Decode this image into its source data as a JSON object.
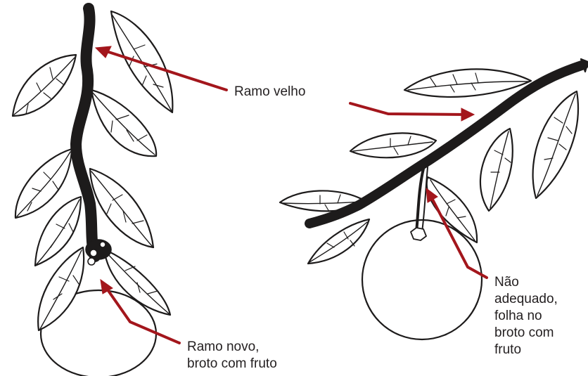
{
  "labels": {
    "old_branch": "Ramo velho",
    "new_branch": [
      "Ramo novo,",
      "broto com fruto"
    ],
    "not_suitable": [
      "Não",
      "adequado,",
      "folha no",
      "broto com",
      "fruto"
    ]
  },
  "colors": {
    "ink": "#1d1b1b",
    "arrow": "#a3161c",
    "text": "#231f20",
    "background": "#ffffff"
  }
}
